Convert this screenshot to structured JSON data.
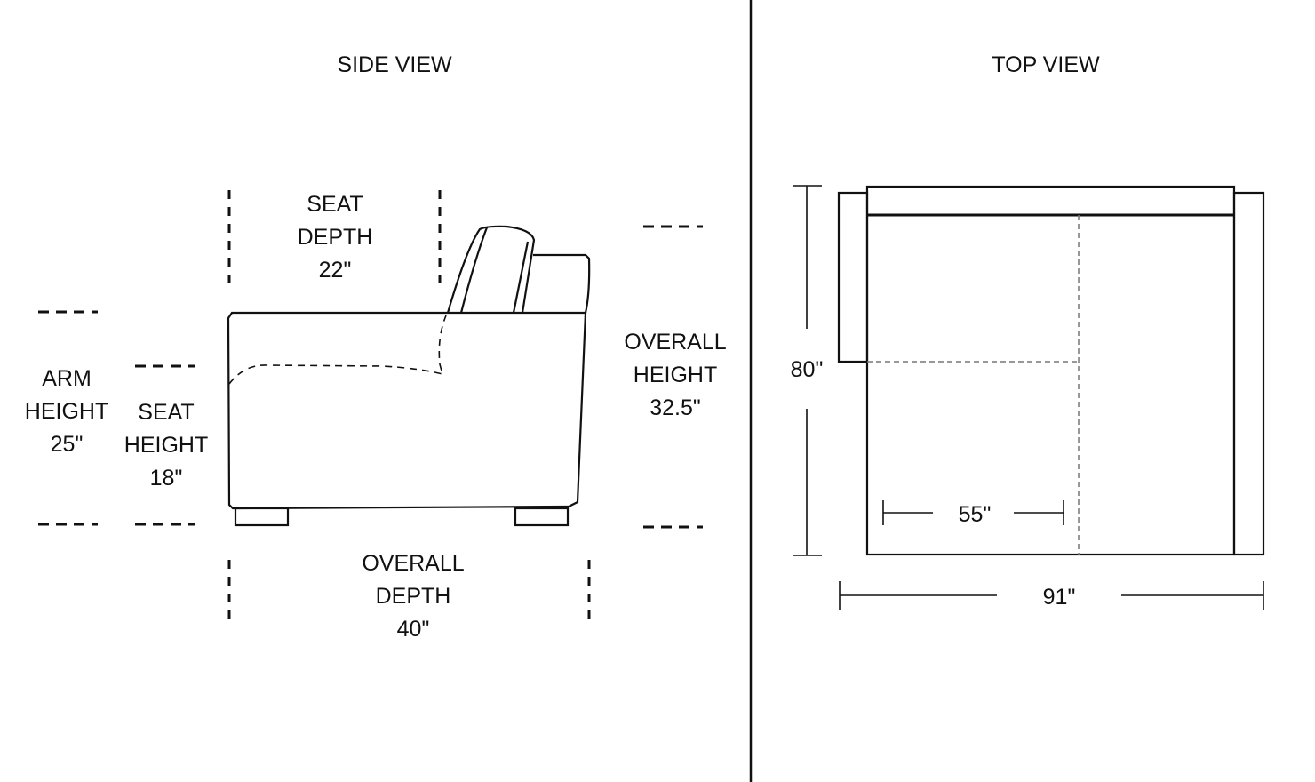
{
  "side_view": {
    "title": "SIDE VIEW",
    "seat_depth": [
      "SEAT",
      "DEPTH",
      "22\""
    ],
    "arm_height": [
      "ARM",
      "HEIGHT",
      "25\""
    ],
    "seat_height": [
      "SEAT",
      "HEIGHT",
      "18\""
    ],
    "overall_height": [
      "OVERALL",
      "HEIGHT",
      "32.5\""
    ],
    "overall_depth": [
      "OVERALL",
      "DEPTH",
      "40\""
    ]
  },
  "top_view": {
    "title": "TOP VIEW",
    "depth": "80\"",
    "width": "91\"",
    "chaise_width": "55\""
  }
}
